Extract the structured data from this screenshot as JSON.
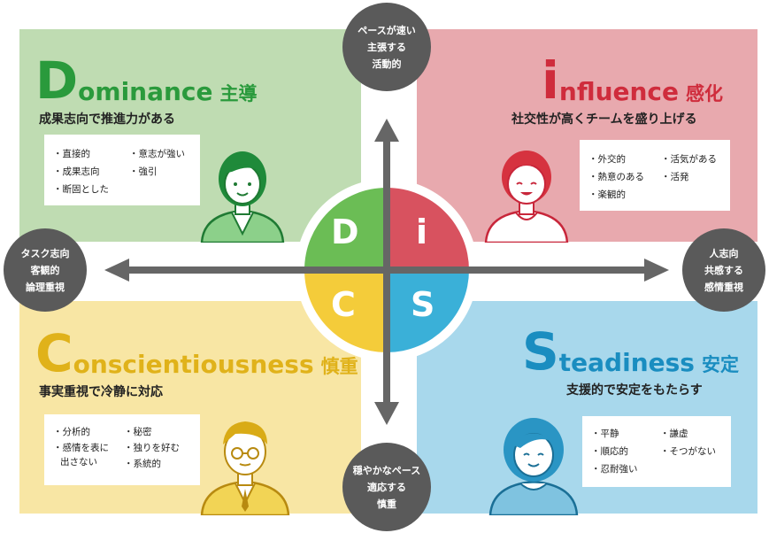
{
  "center": {
    "letters": [
      "D",
      "i",
      "C",
      "S"
    ]
  },
  "top_circle": [
    "ペースが速い",
    "主張する",
    "活動的"
  ],
  "bottom_circle": [
    "穏やかなペース",
    "適応する",
    "慎重"
  ],
  "left_circle": [
    "タスク志向",
    "客観的",
    "論理重視"
  ],
  "right_circle": [
    "人志向",
    "共感する",
    "感情重視"
  ],
  "dominance": {
    "initial": "D",
    "rest": "ominance",
    "jp": "主導",
    "subtitle": "成果志向で推進力がある",
    "traits": [
      "・直接的",
      "・意志が強い",
      "・成果志向",
      "・強引",
      "・断固とした"
    ],
    "color": "#2a9a3c"
  },
  "influence": {
    "initial": "i",
    "rest": "nfluence",
    "jp": "感化",
    "subtitle": "社交性が高くチームを盛り上げる",
    "traits": [
      "・外交的",
      "・活気がある",
      "・熱意のある",
      "・活発",
      "・楽観的"
    ],
    "color": "#cf2c3c"
  },
  "conscientiousness": {
    "initial": "C",
    "rest": "onscientiousness",
    "jp": "慎重",
    "subtitle": "事実重視で冷静に対応",
    "traits": [
      "・分析的",
      "・秘密",
      "・感情を表に",
      "出さない",
      "・独りを好む",
      "・系統的"
    ],
    "color": "#e0b21a"
  },
  "steadiness": {
    "initial": "S",
    "rest": "teadiness",
    "jp": "安定",
    "subtitle": "支援的で安定をもたらす",
    "traits": [
      "・平静",
      "・謙虚",
      "・順応的",
      "・そつがない",
      "・忍耐強い"
    ],
    "color": "#1a8dc0"
  },
  "colors": {
    "green": "#6bbd55",
    "red": "#d8525f",
    "yellow": "#f4cc3a",
    "blue": "#3ab0d8",
    "arrow": "#666666",
    "circle": "#5a5a5a"
  },
  "icons": [
    "person-green-icon",
    "person-red-icon",
    "person-yellow-icon",
    "person-blue-icon"
  ]
}
